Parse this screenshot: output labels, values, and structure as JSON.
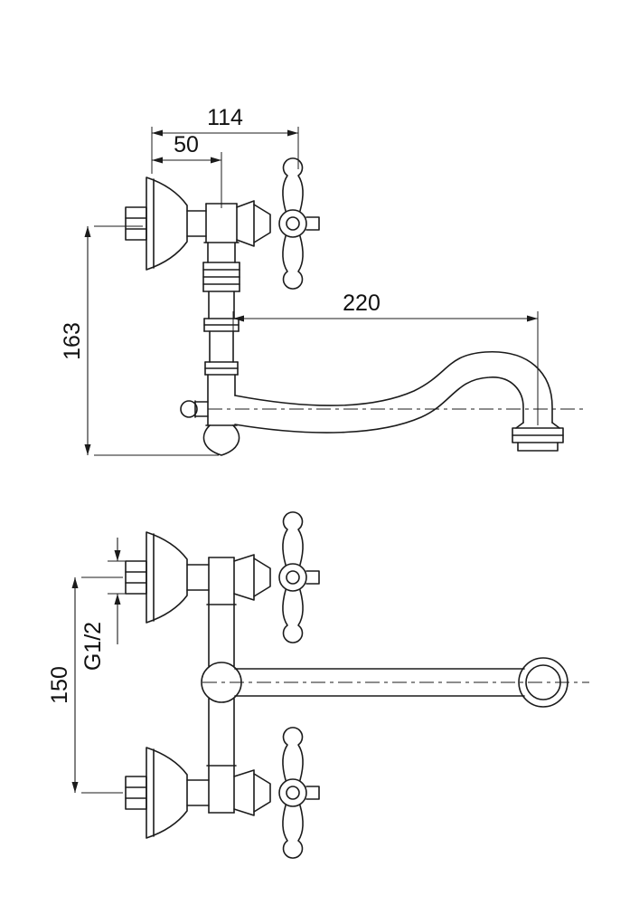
{
  "page": {
    "background_color": "#ffffff",
    "line_color": "#1b1b1b"
  },
  "drawing": {
    "side_view": {
      "dimensions": {
        "total_width": "114",
        "wall_to_axis": "50",
        "spout_reach": "220",
        "overall_height": "163"
      }
    },
    "front_view": {
      "dimensions": {
        "inlet_centers": "150",
        "thread_size": "G1/2"
      }
    }
  }
}
